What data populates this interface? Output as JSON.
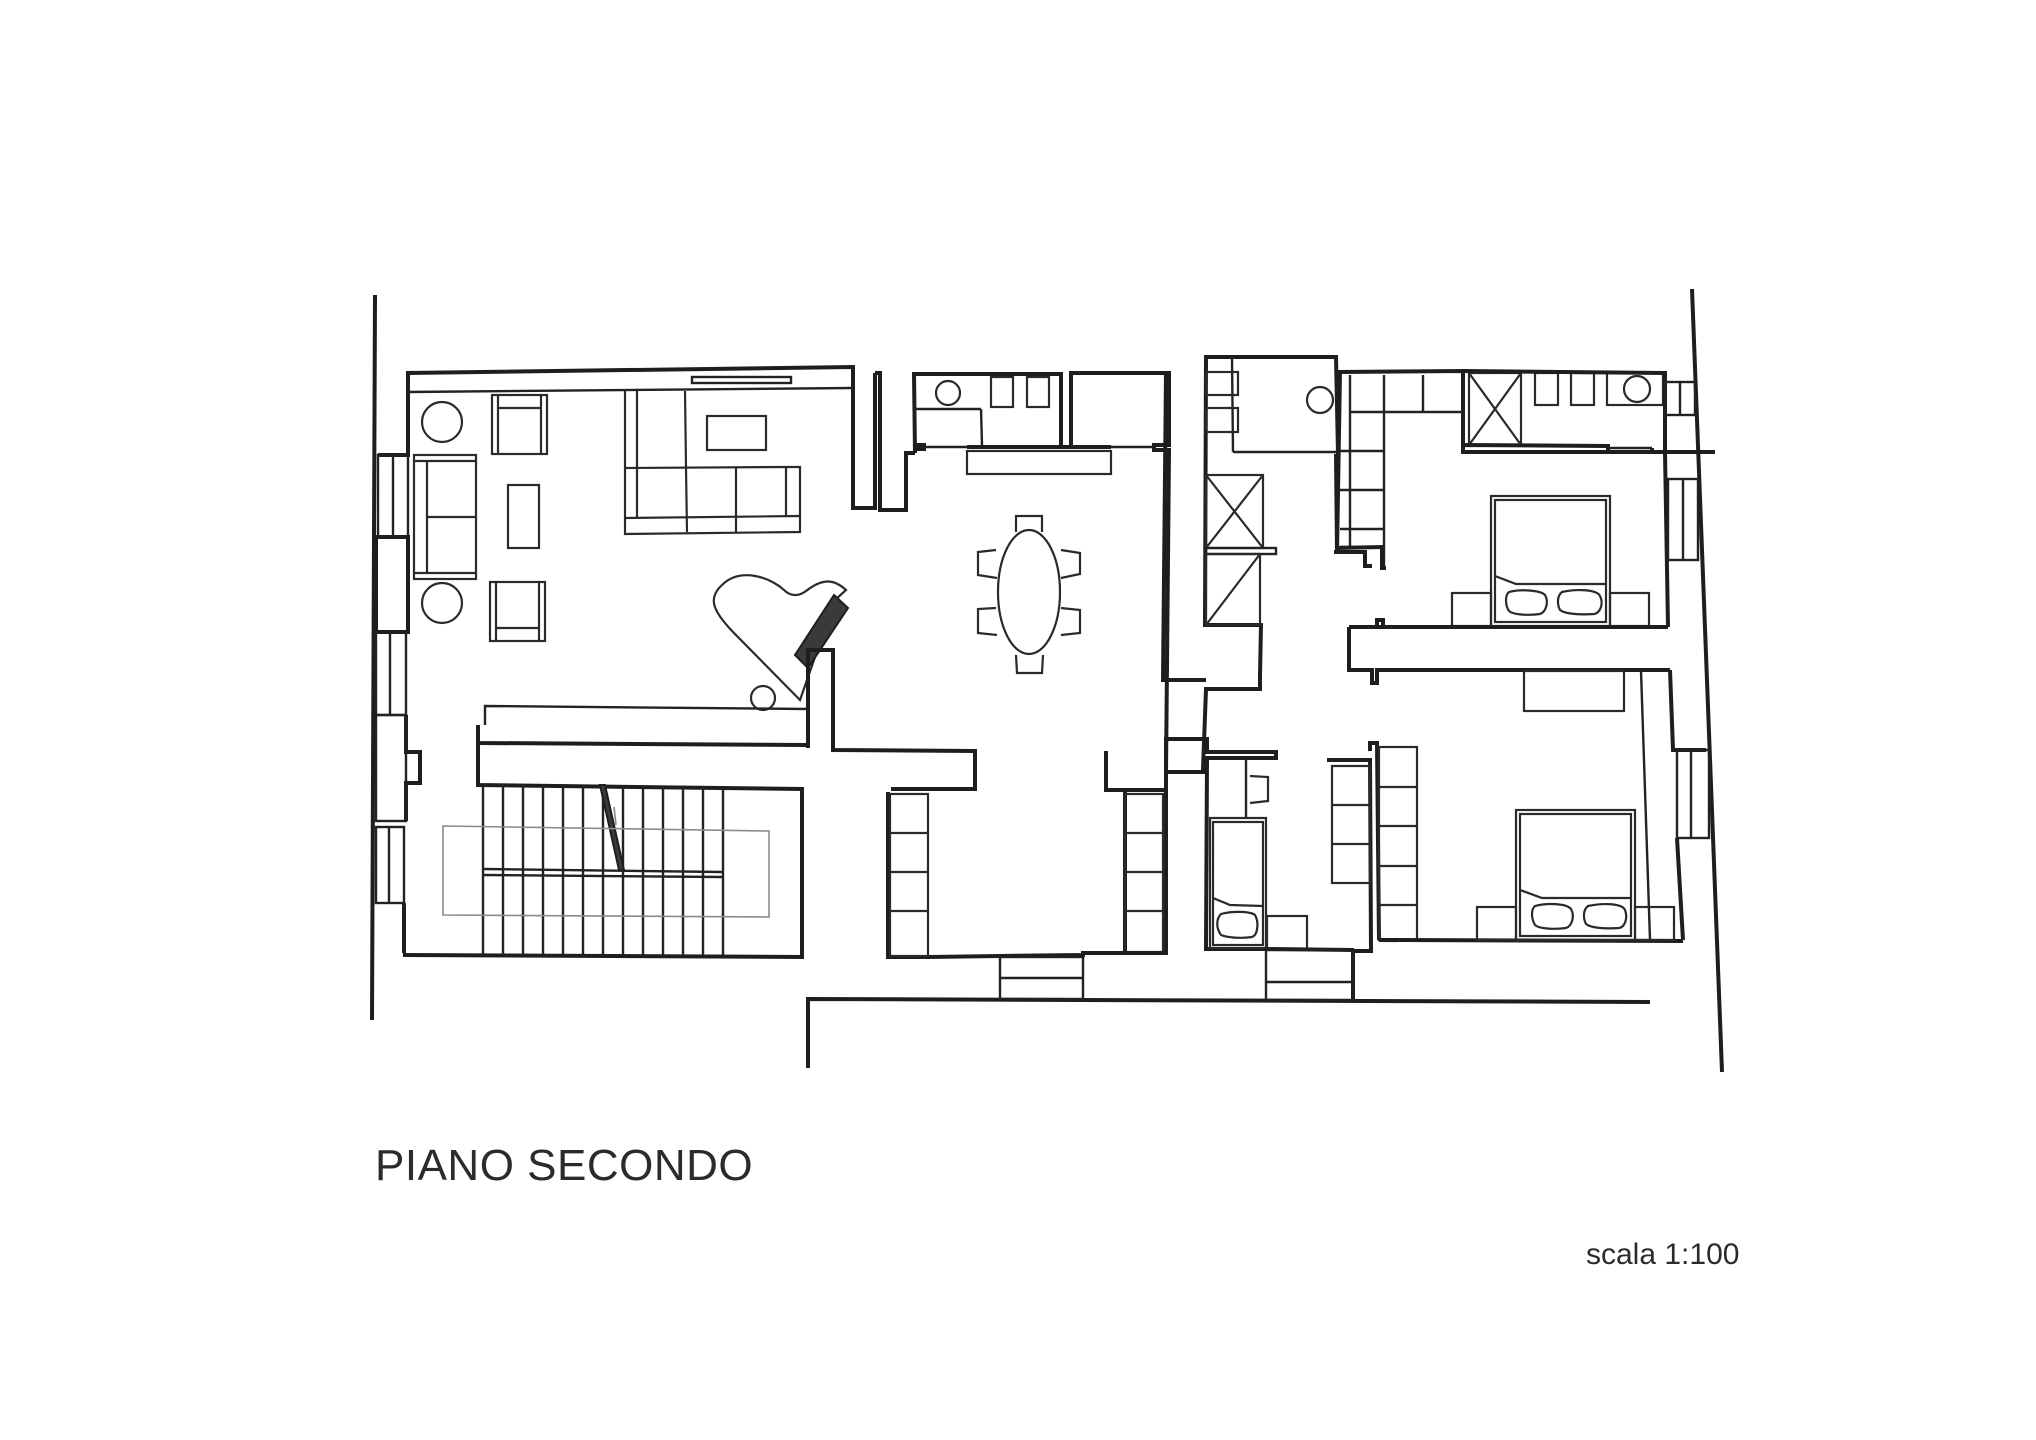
{
  "drawing": {
    "title": "PIANO SECONDO",
    "scale": "scala 1:100",
    "type": "architectural floor plan",
    "colors": {
      "ink": "#1e1e1e",
      "paper": "#ffffff",
      "light_line": "#8a8a8a",
      "piano_keyboard": "#3a3a3a"
    }
  },
  "rooms": [
    {
      "id": "living-room",
      "furniture": [
        "sofa",
        "two armchairs",
        "two round side tables",
        "coffee table",
        "L-shaped sectional sofa",
        "rectangular ottoman",
        "grand piano with stool"
      ]
    },
    {
      "id": "kitchen",
      "furniture": [
        "counter with sink",
        "two stove units",
        "island counter",
        "pantry cabinet"
      ]
    },
    {
      "id": "dining-area",
      "furniture": [
        "oval table",
        "six chairs"
      ]
    },
    {
      "id": "staircase",
      "furniture": [
        "two flights of steps",
        "landing outline"
      ]
    },
    {
      "id": "bathroom-1",
      "furniture": [
        "two fixtures",
        "washbasin",
        "shafts"
      ]
    },
    {
      "id": "bedroom-1",
      "furniture": [
        "double bed",
        "two nightstands",
        "wardrobe",
        "en-suite bathroom with shower"
      ]
    },
    {
      "id": "bedroom-2",
      "furniture": [
        "double bed",
        "two nightstands",
        "two wardrobes",
        "desk"
      ]
    },
    {
      "id": "bathroom-2",
      "furniture": [
        "bathtub",
        "washbasin",
        "cabinet"
      ]
    },
    {
      "id": "hall-closets",
      "furniture": [
        "built-in wardrobes"
      ]
    }
  ]
}
